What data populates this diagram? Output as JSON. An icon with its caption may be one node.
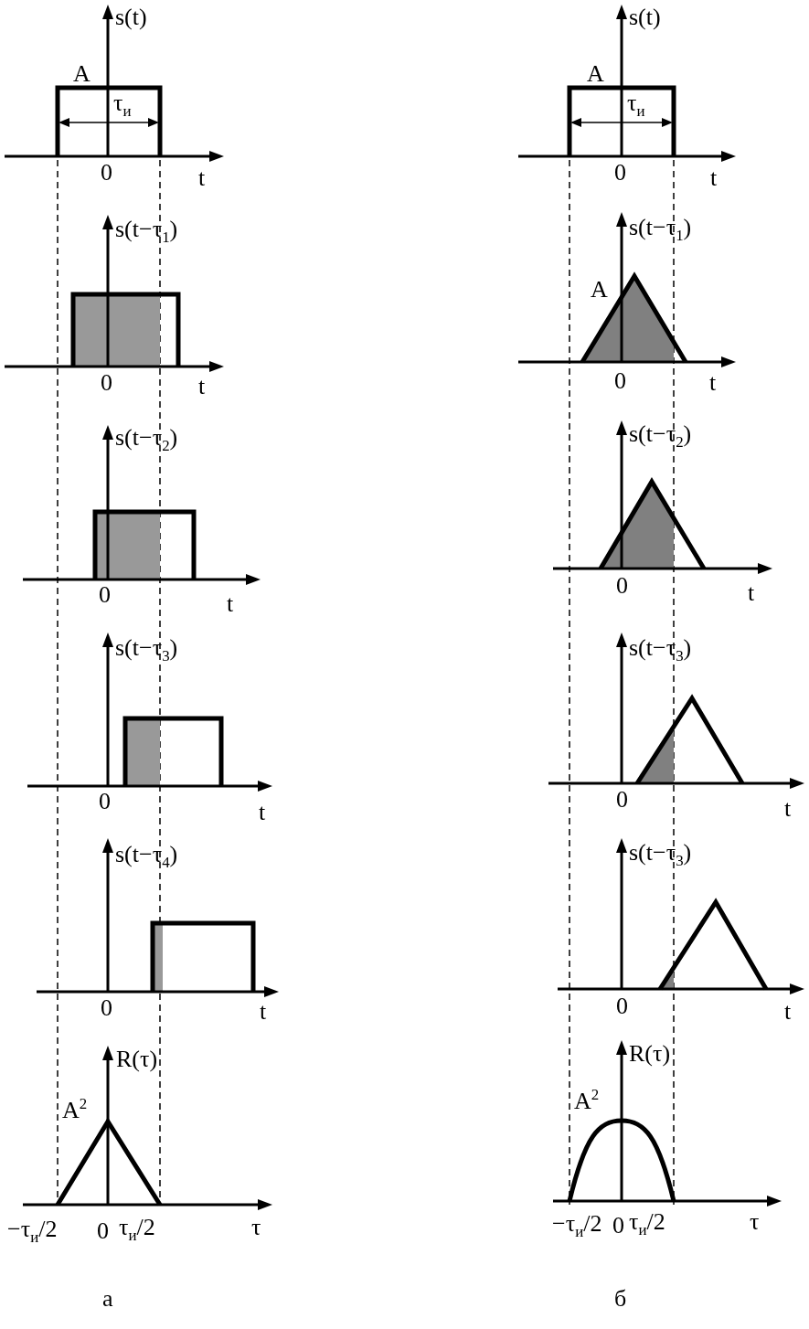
{
  "diagram": {
    "labels": [
      "s(t)",
      "A",
      "τ$_{и}$",
      "0",
      "t",
      "s(t)",
      "A",
      "τ$_{и}$",
      "0",
      "t",
      "s(t−τ$_{1}$)",
      "0",
      "t",
      "s(t−τ$_{1}$)",
      "A",
      "0",
      "t",
      "s(t−τ$_{2}$)",
      "0",
      "t",
      "s(t−τ$_{2}$)",
      "0",
      "t",
      "s(t−τ$_{3}$)",
      "0",
      "t",
      "s(t−τ$_{3}$)",
      "0",
      "t",
      "s(t−τ$_{4}$)",
      "0",
      "t",
      "s(t−τ$_{3}$)",
      "0",
      "t",
      "R(τ)",
      "A$^{2}$",
      "−τ$_{и}$/2",
      "0",
      "τ$_{и}$/2",
      "τ",
      "R(τ)",
      "A$^{2}$",
      "−τ$_{и}$/2",
      "0",
      "τ$_{и}$/2",
      "τ",
      "а",
      "б"
    ]
  }
}
